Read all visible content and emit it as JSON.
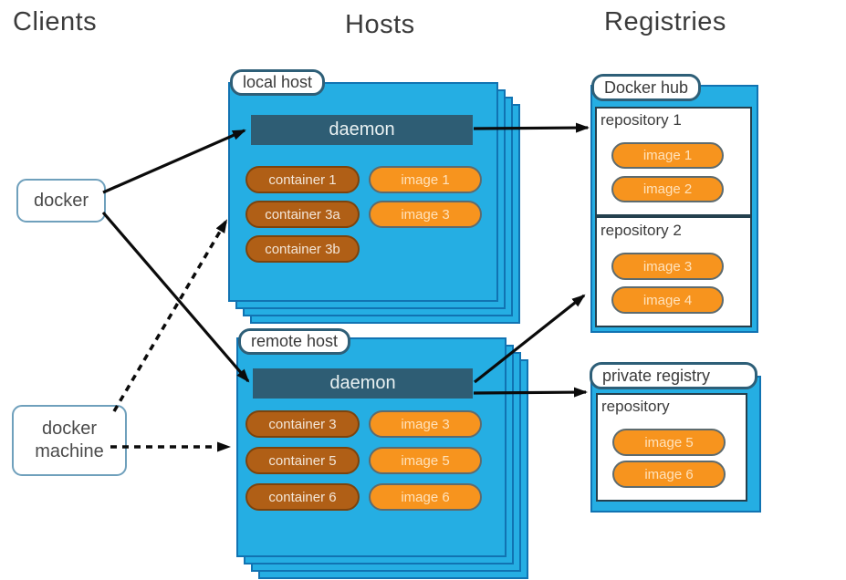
{
  "headers": {
    "clients": "Clients",
    "hosts": "Hosts",
    "registries": "Registries"
  },
  "clients": {
    "docker_label": "docker",
    "docker_machine_label": "docker machine"
  },
  "hosts": {
    "local": {
      "label": "local host",
      "daemon_label": "daemon",
      "containers": [
        "container 1",
        "container 3a",
        "container 3b"
      ],
      "images": [
        "image 1",
        "image 3"
      ]
    },
    "remote": {
      "label": "remote host",
      "daemon_label": "daemon",
      "containers": [
        "container 3",
        "container 5",
        "container 6"
      ],
      "images": [
        "image 3",
        "image 5",
        "image 6"
      ]
    }
  },
  "registries": {
    "docker_hub": {
      "label": "Docker hub",
      "repositories": [
        {
          "name": "repository 1",
          "images": [
            "image 1",
            "image 2"
          ]
        },
        {
          "name": "repository 2",
          "images": [
            "image 3",
            "image 4"
          ]
        }
      ]
    },
    "private": {
      "label": "private registry",
      "repositories": [
        {
          "name": "repository",
          "images": [
            "image 5",
            "image 6"
          ]
        }
      ]
    }
  },
  "colors": {
    "host_fill": "#25aee3",
    "host_border": "#1173b2",
    "daemon_fill": "#2e5d74",
    "container_fill": "#b05f16",
    "image_fill": "#f7941e",
    "arrow": "#0b0b0b"
  }
}
